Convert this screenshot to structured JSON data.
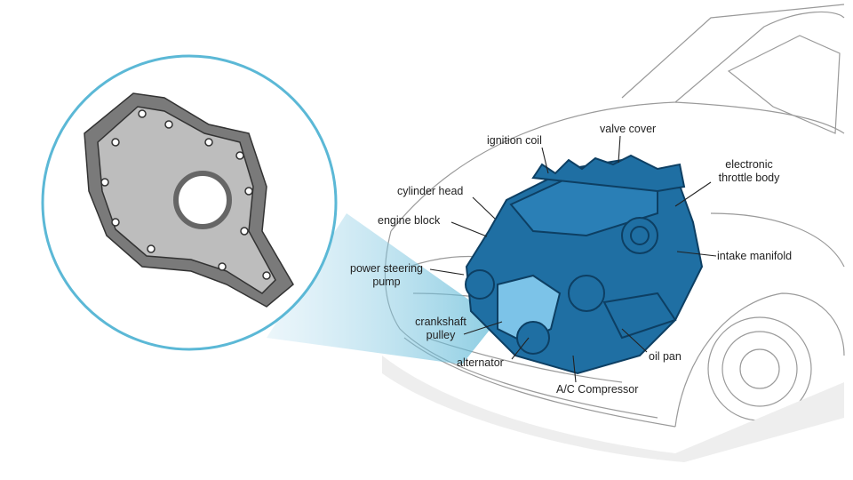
{
  "labels": {
    "ignition_coil": "ignition coil",
    "valve_cover": "valve cover",
    "electronic_throttle_body_1": "electronic",
    "electronic_throttle_body_2": "throttle body",
    "cylinder_head": "cylinder head",
    "engine_block": "engine block",
    "intake_manifold": "intake manifold",
    "power_steering_pump_1": "power steering",
    "power_steering_pump_2": "pump",
    "crankshaft_pulley_1": "crankshaft",
    "crankshaft_pulley_2": "pulley",
    "alternator": "alternator",
    "oil_pan": "oil pan",
    "ac_compressor": "A/C Compressor"
  },
  "colors": {
    "engine": "#1f6fa3",
    "engine_dark": "#0d3f63",
    "highlight": "#7cc3e8",
    "circle": "#5bb8d6",
    "part": "#8a8a8a"
  }
}
